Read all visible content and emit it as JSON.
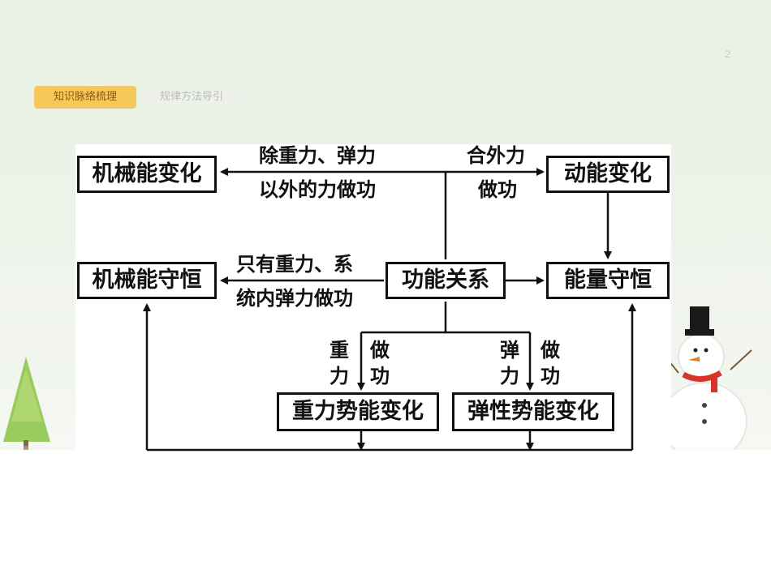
{
  "page": {
    "number": "2"
  },
  "tabs": [
    {
      "label": "知识脉络梳理",
      "active": true
    },
    {
      "label": "规律方法导引",
      "active": false
    }
  ],
  "diagram": {
    "boxes": {
      "mech_change": "机械能变化",
      "kinetic_change": "动能变化",
      "mech_conserve": "机械能守恒",
      "work_energy": "功能关系",
      "energy_conserve": "能量守恒",
      "gravity_pe": "重力势能变化",
      "elastic_pe": "弹性势能变化"
    },
    "labels": {
      "other_force_1": "除重力、弹力",
      "other_force_2": "以外的力做功",
      "net_force_1": "合外力",
      "net_force_2": "做功",
      "only_force_1": "只有重力、系",
      "only_force_2": "统内弹力做功",
      "gravity_char_1": "重",
      "gravity_char_2": "力",
      "gravity_work_1": "做",
      "gravity_work_2": "功",
      "elastic_char_1": "弹",
      "elastic_char_2": "力",
      "elastic_work_1": "做",
      "elastic_work_2": "功"
    }
  },
  "colors": {
    "tab_active_bg": "#f5c85a",
    "tab_active_text": "#8a5a12",
    "tab_inactive_text": "#b9c0b5",
    "snowman_hat": "#1a1a1a",
    "snowman_scarf": "#d9342b",
    "tree": "#8cc152"
  }
}
